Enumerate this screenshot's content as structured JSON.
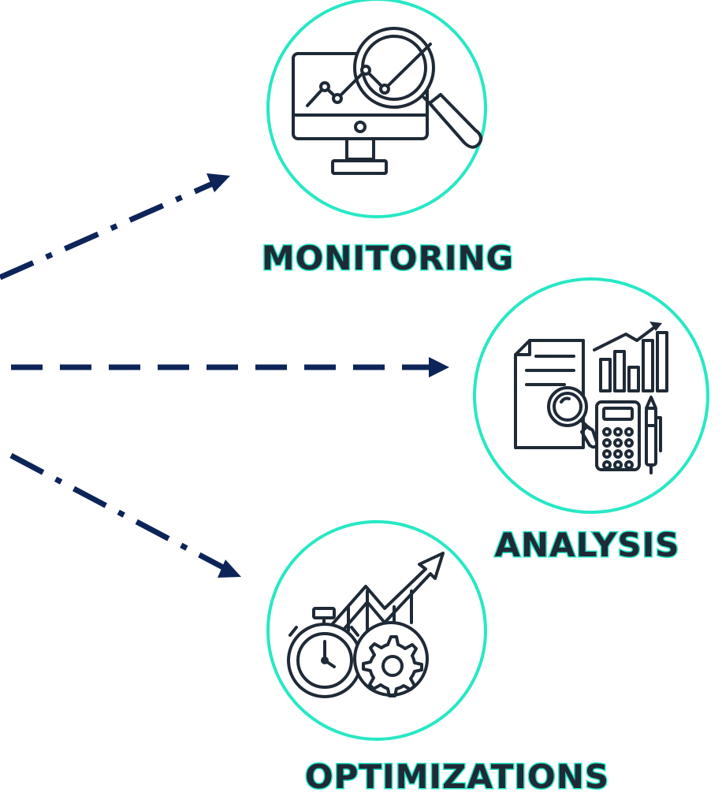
{
  "colors": {
    "navy": "#0d2459",
    "teal": "#27e8c4",
    "icon": "#1f2a37"
  },
  "steps": [
    {
      "label": "MONITORING",
      "icon": "monitor-magnifier-chart-icon"
    },
    {
      "label": "ANALYSIS",
      "icon": "report-chart-calculator-icon"
    },
    {
      "label": "OPTIMIZATIONS",
      "icon": "stopwatch-gear-growth-icon"
    }
  ]
}
